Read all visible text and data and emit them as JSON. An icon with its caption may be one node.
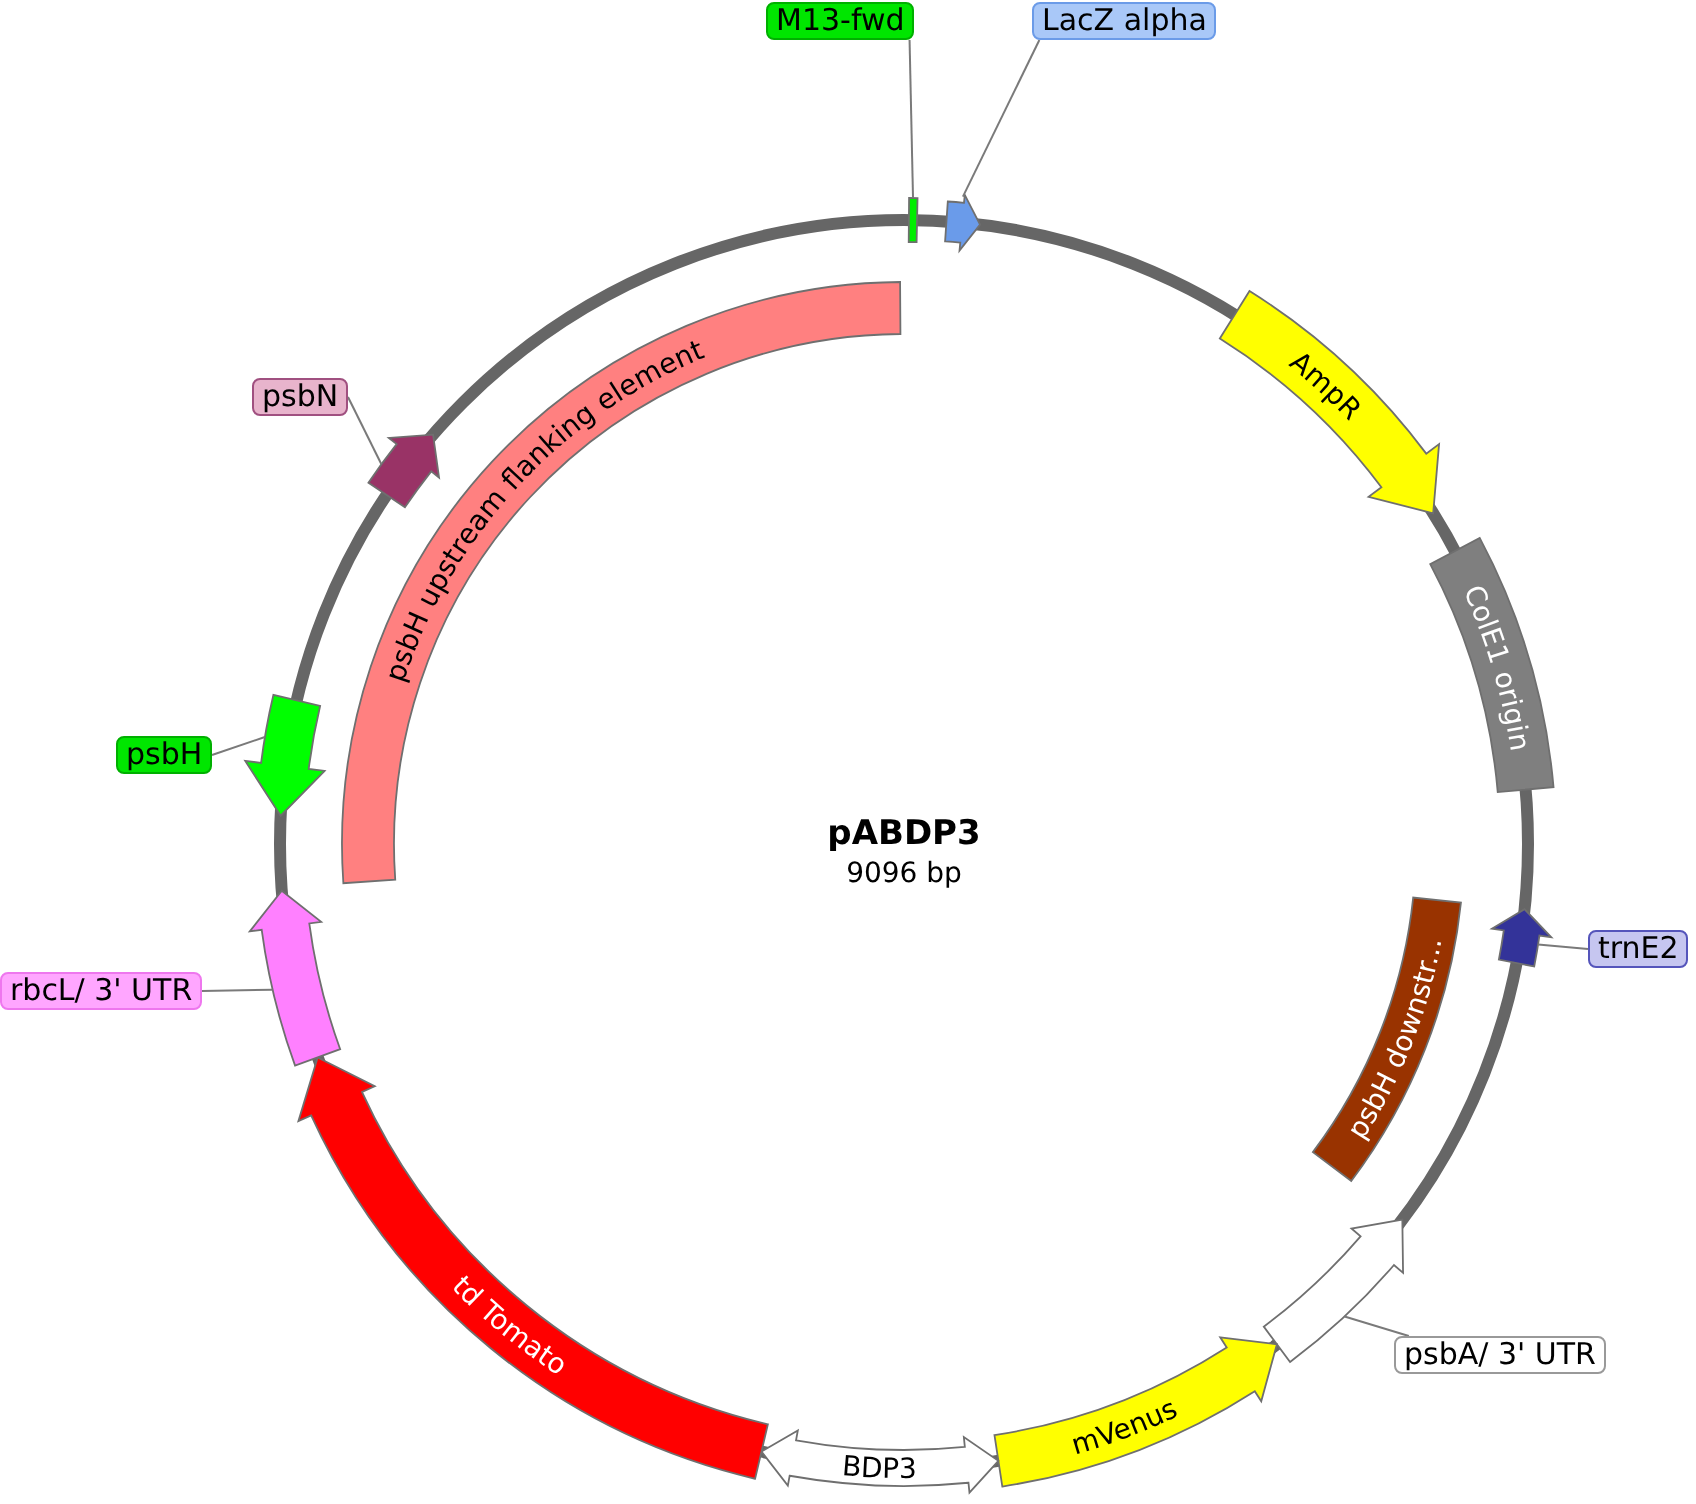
{
  "diagram": {
    "title": "pABDP3",
    "nodes": [
      {
        "text": [
          "M13-fwd"
        ]
      },
      {
        "text": [],
        "shape": "bar"
      },
      {
        "text": [
          "LacZ alpha"
        ]
      },
      {
        "text": [],
        "shape": "arrow"
      },
      {
        "text": [
          "AmpR"
        ]
      },
      {
        "text": [
          "ColE1 origin"
        ]
      },
      {
        "text": [
          "trnE2"
        ]
      },
      {
        "text": [],
        "shape": "arrow"
      },
      {
        "text": [
          "psbH downstr..."
        ]
      },
      {
        "text": [
          "psbA/ 3' UTR"
        ]
      },
      {
        "text": [],
        "shape": "arrow"
      },
      {
        "text": [
          "mVenus"
        ]
      },
      {
        "text": [
          "BDP3"
        ]
      },
      {
        "text": [
          "td Tomato"
        ]
      },
      {
        "text": [
          "rbcL/ 3' UTR"
        ]
      },
      {
        "text": [],
        "shape": "arrow"
      },
      {
        "text": [
          "psbH"
        ]
      },
      {
        "text": [],
        "shape": "arrow"
      },
      {
        "text": [
          "psbN"
        ]
      },
      {
        "text": [],
        "shape": "arrow"
      },
      {
        "text": [
          "psbH upstream flanking element"
        ]
      }
    ],
    "edges": [
      {
        "from": 0,
        "to": 1,
        "arrow": "none"
      },
      {
        "from": 2,
        "to": 3,
        "arrow": "none"
      },
      {
        "from": 6,
        "to": 7,
        "arrow": "none"
      },
      {
        "from": 9,
        "to": 10,
        "arrow": "none"
      },
      {
        "from": 14,
        "to": 15,
        "arrow": "none"
      },
      {
        "from": 16,
        "to": 17,
        "arrow": "none"
      },
      {
        "from": 18,
        "to": 19,
        "arrow": "none"
      }
    ],
    "labels": [
      "9096 bp"
    ]
  }
}
